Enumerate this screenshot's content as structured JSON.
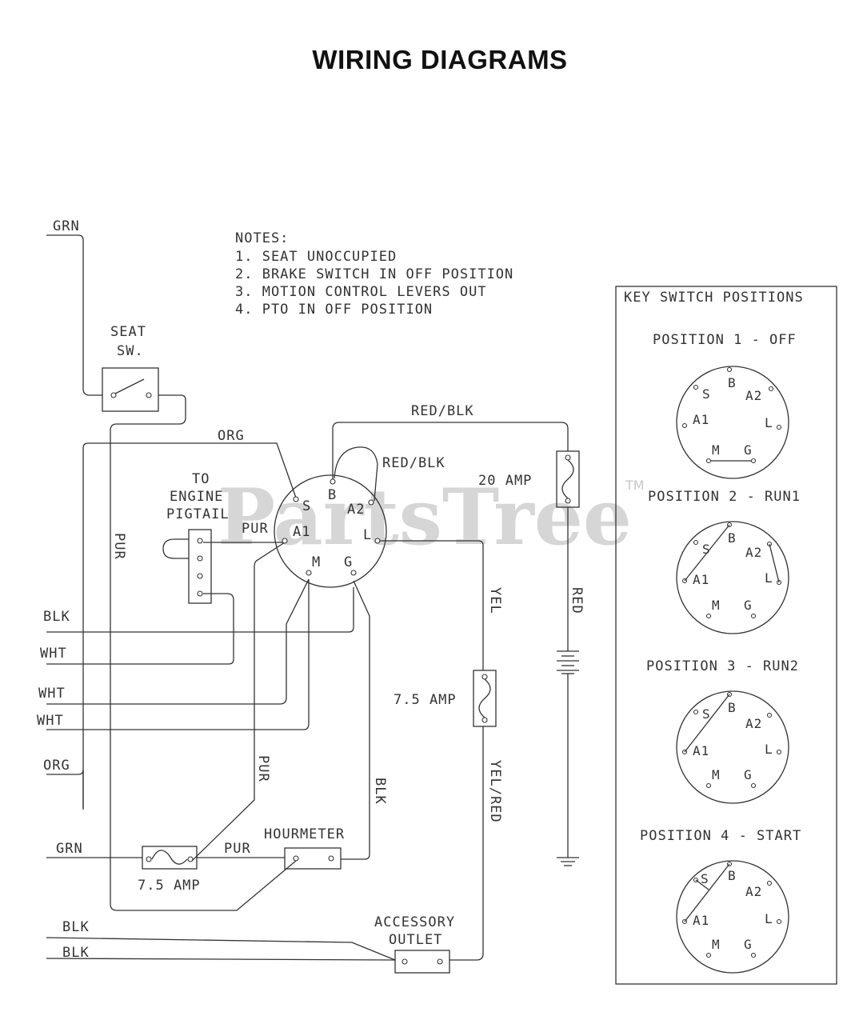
{
  "title": "WIRING DIAGRAMS",
  "notes": {
    "heading": "NOTES:",
    "items": [
      "1.   SEAT UNOCCUPIED",
      "2.  BRAKE SWITCH IN OFF POSITION",
      "3.  MOTION CONTROL LEVERS OUT",
      "4.  PTO IN OFF POSITION"
    ]
  },
  "wire_labels": {
    "grn_top": "GRN",
    "org_top": "ORG",
    "red_blk_top": "RED/BLK",
    "red_blk_loop": "RED/BLK",
    "pur_left": "PUR",
    "pur_a1": "PUR",
    "blk": "BLK",
    "wht1": "WHT",
    "wht2": "WHT",
    "wht3": "WHT",
    "org_bottom": "ORG",
    "yel": "YEL",
    "red": "RED",
    "yel_red": "YEL/RED",
    "pur_mid": "PUR",
    "blk_mid": "BLK",
    "grn_bottom": "GRN",
    "pur_bottom": "PUR",
    "blk_bottom1": "BLK",
    "blk_bottom2": "BLK"
  },
  "components": {
    "seat_switch": [
      "SEAT",
      "SW."
    ],
    "engine_pigtail": [
      "TO",
      "ENGINE",
      "PIGTAIL"
    ],
    "fuse_20": "20 AMP",
    "fuse_75_mid": "7.5 AMP",
    "fuse_75_bottom": "7.5 AMP",
    "hourmeter": "HOURMETER",
    "accessory_outlet": [
      "ACCESSORY",
      "OUTLET"
    ],
    "key_terminals": {
      "B": "B",
      "S": "S",
      "A2": "A2",
      "A1": "A1",
      "L": "L",
      "M": "M",
      "G": "G"
    }
  },
  "key_switch_panel": {
    "heading": "KEY SWITCH POSITIONS",
    "positions": [
      "POSITION 1 - OFF",
      "POSITION 2 - RUN1",
      "POSITION 3 - RUN2",
      "POSITION 4 - START"
    ]
  },
  "watermark": {
    "text": "PartsTree",
    "mark": "TM"
  }
}
